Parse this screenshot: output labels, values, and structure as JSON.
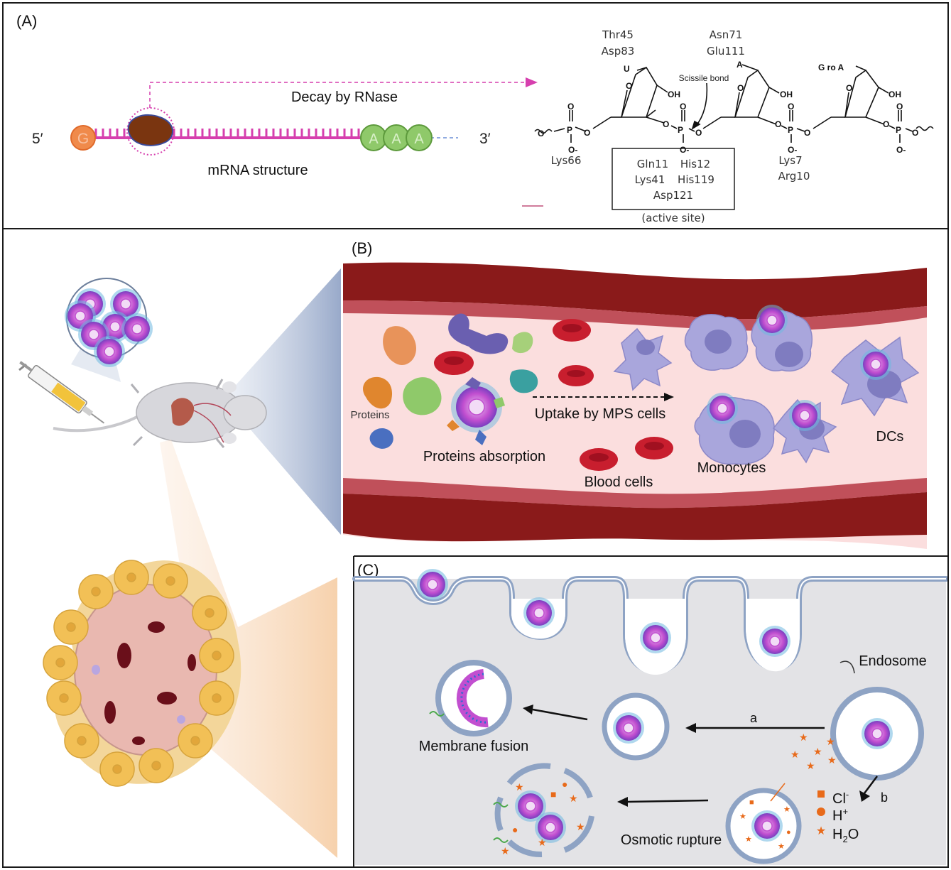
{
  "panel_a": {
    "label": "(A)",
    "five_prime": "5′",
    "three_prime": "3′",
    "cap": "G",
    "poly_a": [
      "A",
      "A",
      "A"
    ],
    "decay_label": "Decay by RNase",
    "mrna_label": "mRNA structure",
    "residues": {
      "top_left_1": "Thr45",
      "top_left_2": "Asp83",
      "top_right_1": "Asn71",
      "top_right_2": "Glu111",
      "bottom_left": "Lys66",
      "bottom_right_1": "Lys7",
      "bottom_right_2": "Arg10"
    },
    "active_site": {
      "row1_left": "Gln11",
      "row1_right": "His12",
      "row2_left": "Lys41",
      "row2_right": "His119",
      "row3": "Asp121",
      "caption": "(active site)"
    },
    "chem": {
      "scissile": "Scissile bond",
      "base_u": "U",
      "base_a": "A",
      "base_g": "G ro A",
      "oh": "OH",
      "o": "O",
      "p": "P",
      "o_minus": "O-"
    }
  },
  "panel_b": {
    "label": "(B)",
    "proteins": "Proteins",
    "proteins_absorption": "Proteins absorption",
    "uptake": "Uptake by MPS cells",
    "blood_cells": "Blood cells",
    "monocytes": "Monocytes",
    "dcs": "DCs"
  },
  "panel_c": {
    "label": "(C)",
    "endosome": "Endosome",
    "path_a": "a",
    "path_b": "b",
    "membrane_fusion": "Membrane fusion",
    "osmotic_rupture": "Osmotic rupture",
    "ions": {
      "cl": "Cl",
      "cl_sup": "-",
      "h": "H",
      "h_sup": "+",
      "h2o_h": "H",
      "h2o_sub": "2",
      "h2o_o": "O"
    }
  },
  "colors": {
    "vessel_dark": "#8a1a1a",
    "vessel_mid": "#c0505a",
    "lumen": "#fbdede",
    "mrna_pink": "#d63fae",
    "cap_orange": "#f08a4b",
    "poly_a_green": "#8fc96a",
    "nanoparticle": "#c24fd0",
    "cell_lavender": "#a9a6dc",
    "cytoplasm": "#e3e3e6",
    "membrane": "#8ea3c4"
  }
}
